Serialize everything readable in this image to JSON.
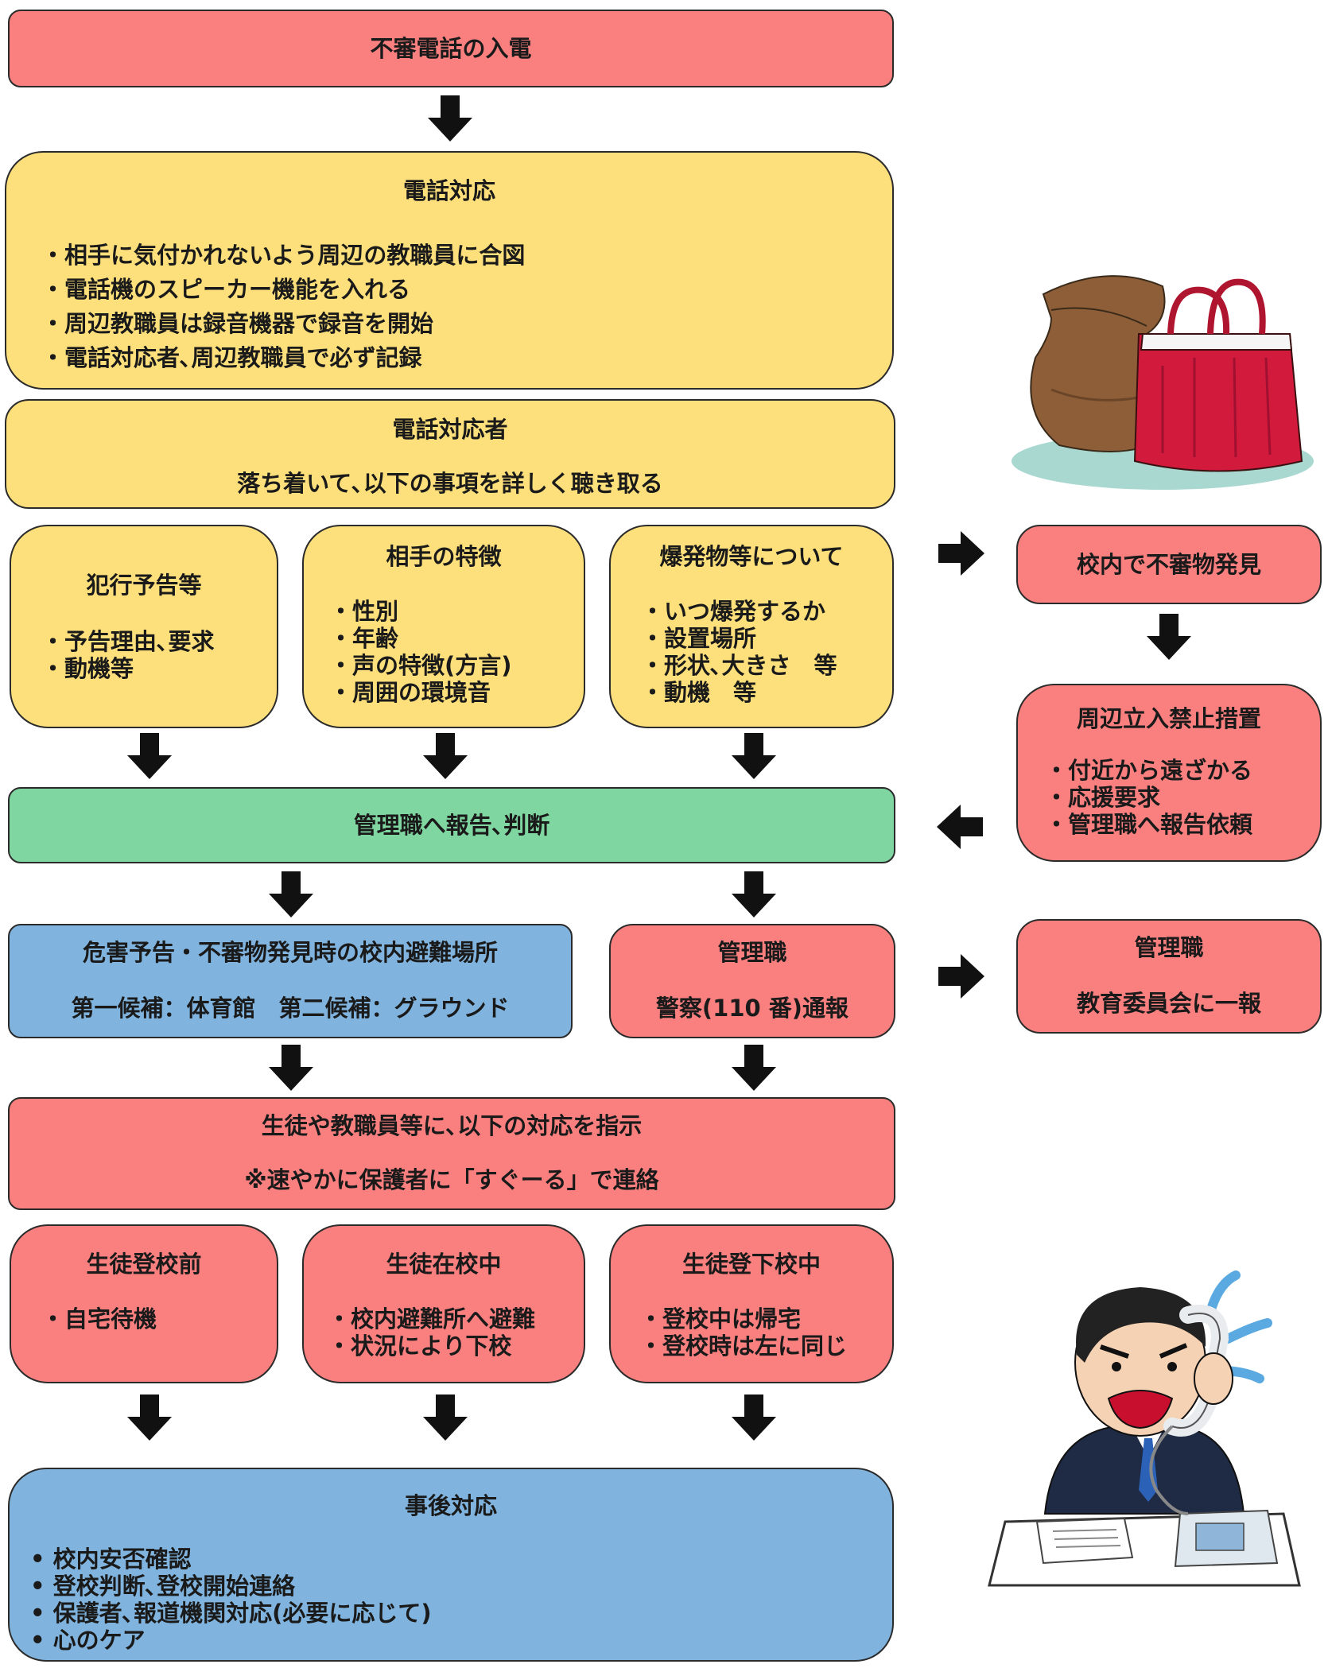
{
  "incoming_call": {
    "title": "不審電話の入電"
  },
  "phone_response": {
    "title": "電話対応",
    "items": [
      "・相手に気付かれないよう周辺の教職員に合図",
      "・電話機のスピーカー機能を入れる",
      "・周辺教職員は録音機器で録音を開始",
      "・電話対応者､周辺教職員で必ず記録"
    ]
  },
  "responder": {
    "title": "電話対応者",
    "subtitle": "落ち着いて､以下の事項を詳しく聴き取る"
  },
  "crime_notice": {
    "title": "犯行予告等",
    "items": [
      "・予告理由､要求",
      "・動機等"
    ]
  },
  "caller_traits": {
    "title": "相手の特徴",
    "items": [
      "・性別",
      "・年齢",
      "・声の特徴(方言)",
      "・周囲の環境音"
    ]
  },
  "explosives": {
    "title": "爆発物等について",
    "items": [
      "・いつ爆発するか",
      "・設置場所",
      "・形状､大きさ　等",
      "・動機　等"
    ]
  },
  "suspicious_found": {
    "title": "校内で不審物発見"
  },
  "restrict_area": {
    "title": "周辺立入禁止措置",
    "items": [
      "・付近から遠ざかる",
      "・応援要求",
      "・管理職へ報告依頼"
    ]
  },
  "report_manager": {
    "title": "管理職へ報告､判断"
  },
  "evacuation": {
    "title": "危害予告・不審物発見時の校内避難場所",
    "subtitle": "第一候補：体育館　第二候補：グラウンド"
  },
  "manager_police": {
    "title": "管理職",
    "subtitle": "警察(110 番)通報"
  },
  "manager_board": {
    "title": "管理職",
    "subtitle": "教育委員会に一報"
  },
  "instruct": {
    "title": "生徒や教職員等に､以下の対応を指示",
    "subtitle": "※速やかに保護者に「すぐーる」で連絡"
  },
  "before_school": {
    "title": "生徒登校前",
    "items": [
      "・自宅待機"
    ]
  },
  "at_school": {
    "title": "生徒在校中",
    "items": [
      "・校内避難所へ避難",
      "・状況により下校"
    ]
  },
  "commuting": {
    "title": "生徒登下校中",
    "items": [
      "・登校中は帰宅",
      "・登校時は左に同じ"
    ]
  },
  "aftercare": {
    "title": "事後対応",
    "items": [
      "•  校内安否確認",
      "•  登校判断､登校開始連絡",
      "•  保護者､報道機関対応(必要に応じて)",
      "•  心のケア"
    ]
  },
  "colors": {
    "pink": "#fa8080",
    "yellow": "#fde07c",
    "green": "#7fd6a0",
    "blue": "#80b4de",
    "arrow": "#111111"
  },
  "icons": {
    "bags_illustration": "suspicious-bags-illustration",
    "caller_illustration": "panicked-phone-caller-illustration"
  }
}
